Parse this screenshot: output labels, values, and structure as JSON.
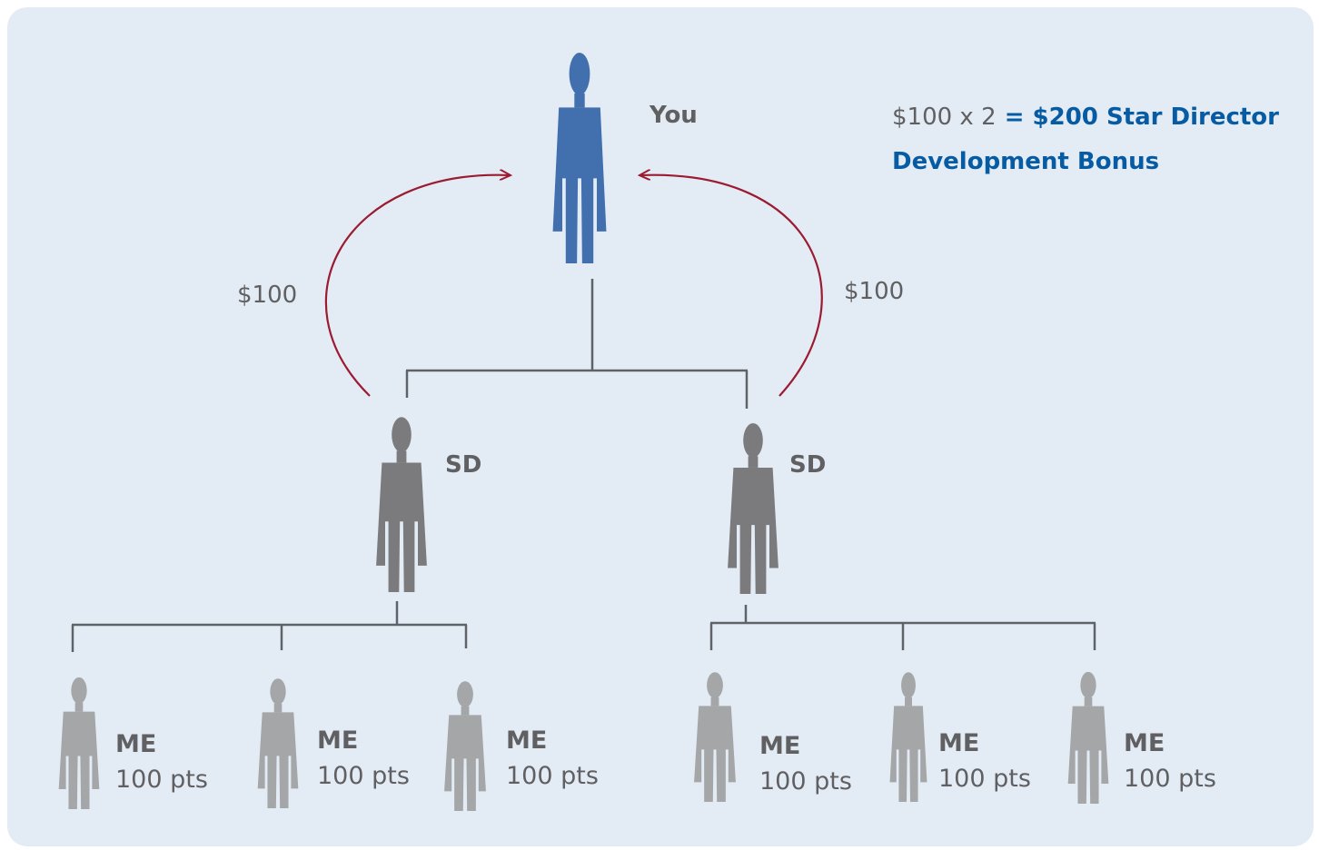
{
  "colors": {
    "background": "#e3ecf5",
    "connector": "#5f6266",
    "arrow": "#9b1b30",
    "you_figure": "#426fae",
    "sd_figure": "#7b7b7d",
    "me_figure": "#a5a6a8",
    "label_text": "#606062",
    "bonus_accent": "#065ba3"
  },
  "icons": {
    "top": "person-silhouette-icon",
    "level1": "person-silhouette-icon",
    "level2": "person-silhouette-icon"
  },
  "top": {
    "name": "You"
  },
  "bonus": {
    "calc": "$100 x 2",
    "equals": " = ",
    "amount_title": "$200 Star Director",
    "title_line2": "Development Bonus"
  },
  "arrows": {
    "left_amount": "$100",
    "right_amount": "$100"
  },
  "level1": [
    {
      "name": "SD"
    },
    {
      "name": "SD"
    }
  ],
  "level2": [
    {
      "name": "ME",
      "points": "100 pts"
    },
    {
      "name": "ME",
      "points": "100 pts"
    },
    {
      "name": "ME",
      "points": "100 pts"
    },
    {
      "name": "ME",
      "points": "100 pts"
    },
    {
      "name": "ME",
      "points": "100 pts"
    },
    {
      "name": "ME",
      "points": "100 pts"
    }
  ]
}
